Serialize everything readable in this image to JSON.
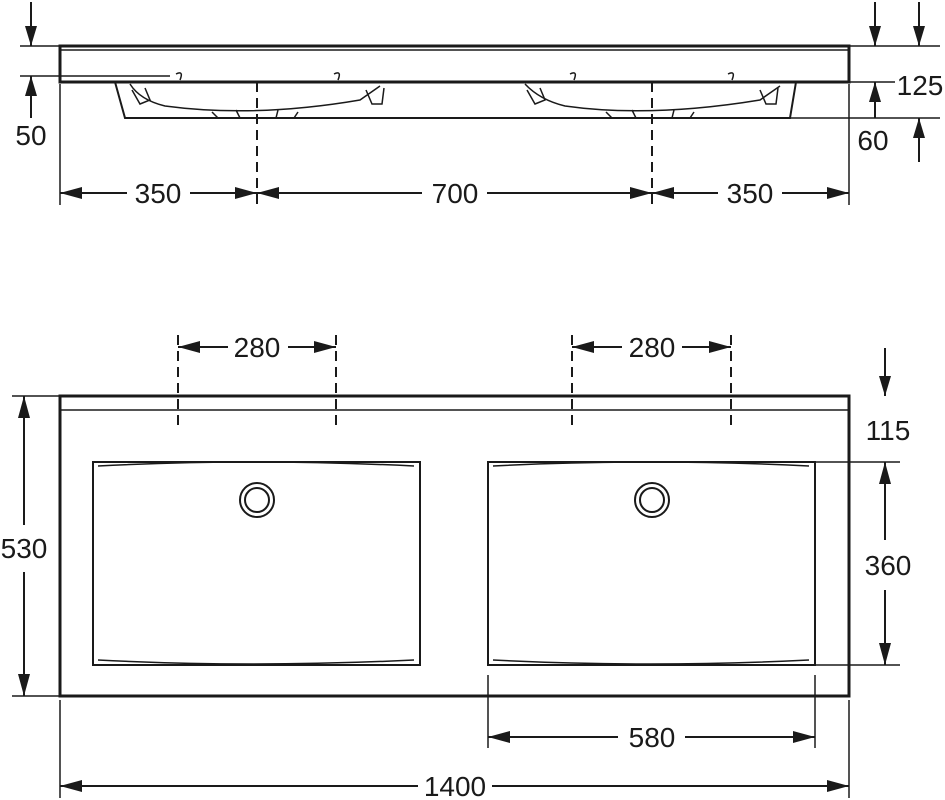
{
  "side_view": {
    "dim_left_segment": "350",
    "dim_middle_segment": "700",
    "dim_right_segment": "350",
    "dim_rim_thickness": "50",
    "dim_total_height": "125",
    "dim_bowl_depth": "60"
  },
  "top_view": {
    "dim_tap_spacing_left": "280",
    "dim_tap_spacing_right": "280",
    "dim_back_edge": "115",
    "dim_depth": "530",
    "dim_bowl_depth": "360",
    "dim_bowl_width": "580",
    "dim_total_width": "1400"
  },
  "colors": {
    "line": "#1a1a1a",
    "background": "#ffffff"
  }
}
